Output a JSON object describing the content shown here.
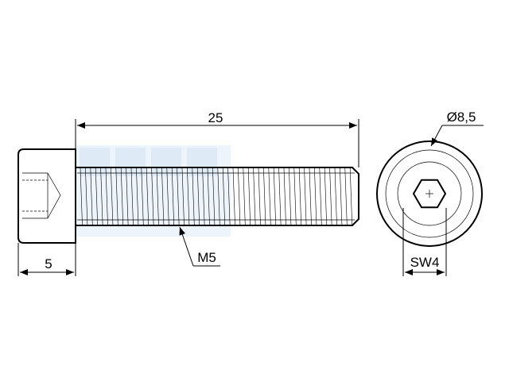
{
  "drawing": {
    "watermark_text": "",
    "dimensions": {
      "length": "25",
      "head_length": "5",
      "thread": "M5",
      "head_diameter": "Ø8,5",
      "wrench_size": "SW4"
    }
  }
}
